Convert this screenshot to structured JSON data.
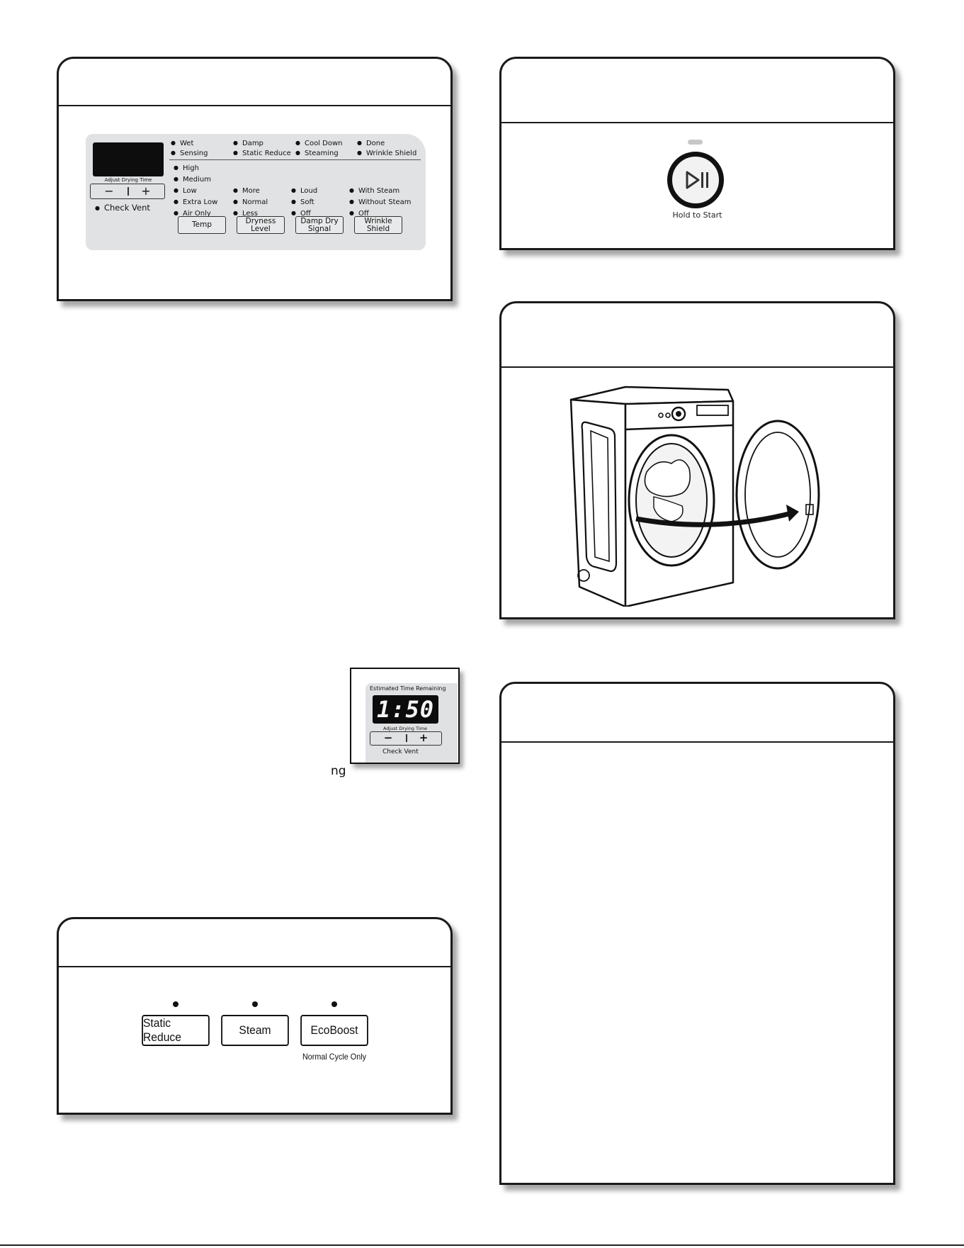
{
  "control_panel": {
    "adjust_label": "Adjust Drying Time",
    "minus": "−",
    "plus": "+",
    "check_vent": "Check Vent",
    "status_row1": [
      "Wet",
      "Damp",
      "Cool Down",
      "Done"
    ],
    "status_row2": [
      "Sensing",
      "Static Reduce",
      "Steaming",
      "Wrinkle Shield"
    ],
    "temp_options": [
      "High",
      "Medium",
      "Low",
      "Extra Low",
      "Air Only"
    ],
    "dryness_options": [
      "More",
      "Normal",
      "Less"
    ],
    "signal_options": [
      "Loud",
      "Soft",
      "Off"
    ],
    "wrinkle_options": [
      "With Steam",
      "Without Steam",
      "Off"
    ],
    "buttons": {
      "temp": "Temp",
      "dryness": "Dryness\nLevel",
      "signal": "Damp Dry\nSignal",
      "wrinkle": "Wrinkle\nShield"
    }
  },
  "start_panel": {
    "hold_label": "Hold to Start"
  },
  "time_display": {
    "header": "Estimated Time Remaining",
    "digits": "1:50",
    "adjust_label": "Adjust Drying Time",
    "minus": "−",
    "plus": "+",
    "partial_text": "Check Vent"
  },
  "fragment_text": "ng",
  "options_panel": {
    "static_reduce": "Static Reduce",
    "steam": "Steam",
    "ecoboost": "EcoBoost",
    "ecoboost_note": "Normal Cycle Only"
  }
}
